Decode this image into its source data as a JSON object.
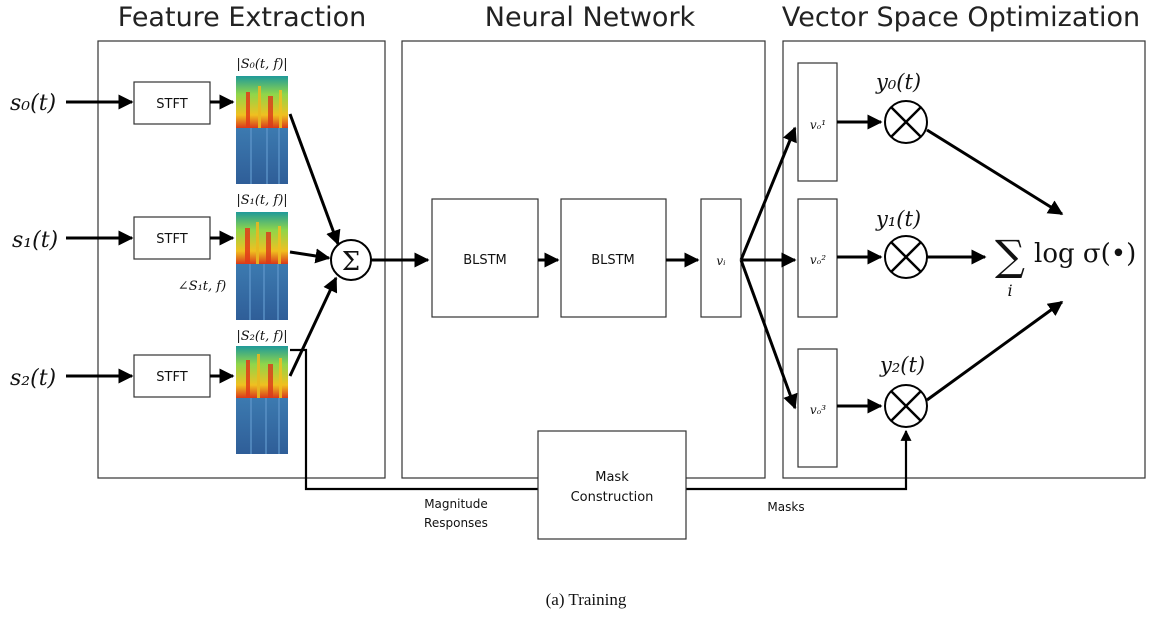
{
  "sections": {
    "feature_extraction": "Feature Extraction",
    "neural_network": "Neural Network",
    "vector_space": "Vector Space Optimization"
  },
  "inputs": {
    "s0": "s₀(t)",
    "s1": "s₁(t)",
    "s2": "s₂(t)"
  },
  "stft_label": "STFT",
  "spectrogram_labels": {
    "mag0": "|S₀(t, f)|",
    "mag1": "|S₁(t, f)|",
    "phase1": "∠S₁t, f)",
    "mag2": "|S₂(t, f)|"
  },
  "sum_symbol": "Σ",
  "blstm_label": "BLSTM",
  "vi_label": "vᵢ",
  "vo_labels": [
    "vₒ¹",
    "vₒ²",
    "vₒ³"
  ],
  "outputs": {
    "y0": "y₀(t)",
    "y1": "y₁(t)",
    "y2": "y₂(t)"
  },
  "objective": {
    "sum": "∑",
    "index": "i",
    "expr": "log σ(•)"
  },
  "mask_construction": {
    "line1": "Mask",
    "line2": "Construction"
  },
  "edge_labels": {
    "magnitude_line1": "Magnitude",
    "magnitude_line2": "Responses",
    "masks": "Masks"
  },
  "caption": "(a) Training",
  "colors": {
    "spectro_top_dark": "#1f8a8a",
    "spectro_top_mid": "#7fd14a",
    "spectro_hot": "#e8c020",
    "spectro_red": "#d83a1a",
    "spectro_bottom": "#3e6fa8"
  }
}
